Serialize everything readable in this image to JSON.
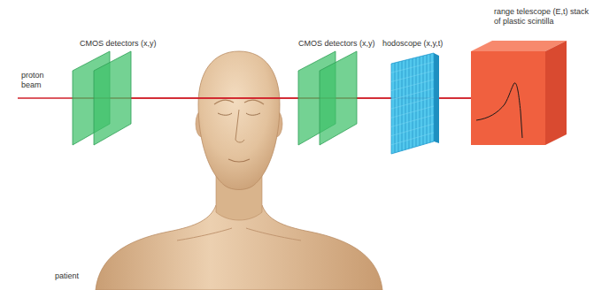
{
  "diagram": {
    "nodes": [
      {
        "text": [
          "CMOS detectors (x,y)"
        ]
      },
      {
        "text": [
          "CMOS detectors (x,y)"
        ]
      },
      {
        "text": [
          "hodoscope (x,y,t)"
        ]
      },
      {
        "text": [
          "range telescope (E,t) stack of plastic scintilla"
        ]
      }
    ],
    "edges": [
      {
        "from": 0,
        "to": 1,
        "arrow": "none"
      },
      {
        "from": 1,
        "to": 2,
        "arrow": "none"
      },
      {
        "from": 2,
        "to": 3,
        "arrow": "none"
      }
    ],
    "labels": [
      "proton beam",
      "patient"
    ]
  }
}
